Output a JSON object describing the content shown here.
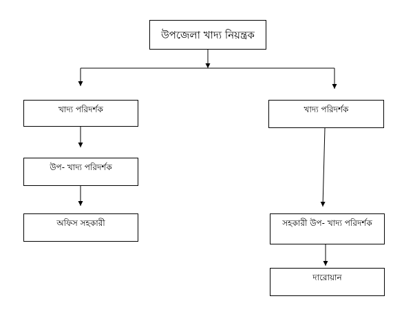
{
  "nodes": {
    "root": "উপজেলা খাদ্য নিয়ন্ত্রক",
    "left_inspector": "খাদ্য পরিদর্শক",
    "left_sub_inspector": "উপ- খাদ্য পরিদর্শক",
    "office_assistant": "অফিস সহকারী",
    "right_inspector": "খাদ্য পরিদর্শক",
    "assistant_sub_inspector": "সহকারী উপ- খাদ্য পরিদর্শক",
    "guard": "দারোয়ান"
  }
}
